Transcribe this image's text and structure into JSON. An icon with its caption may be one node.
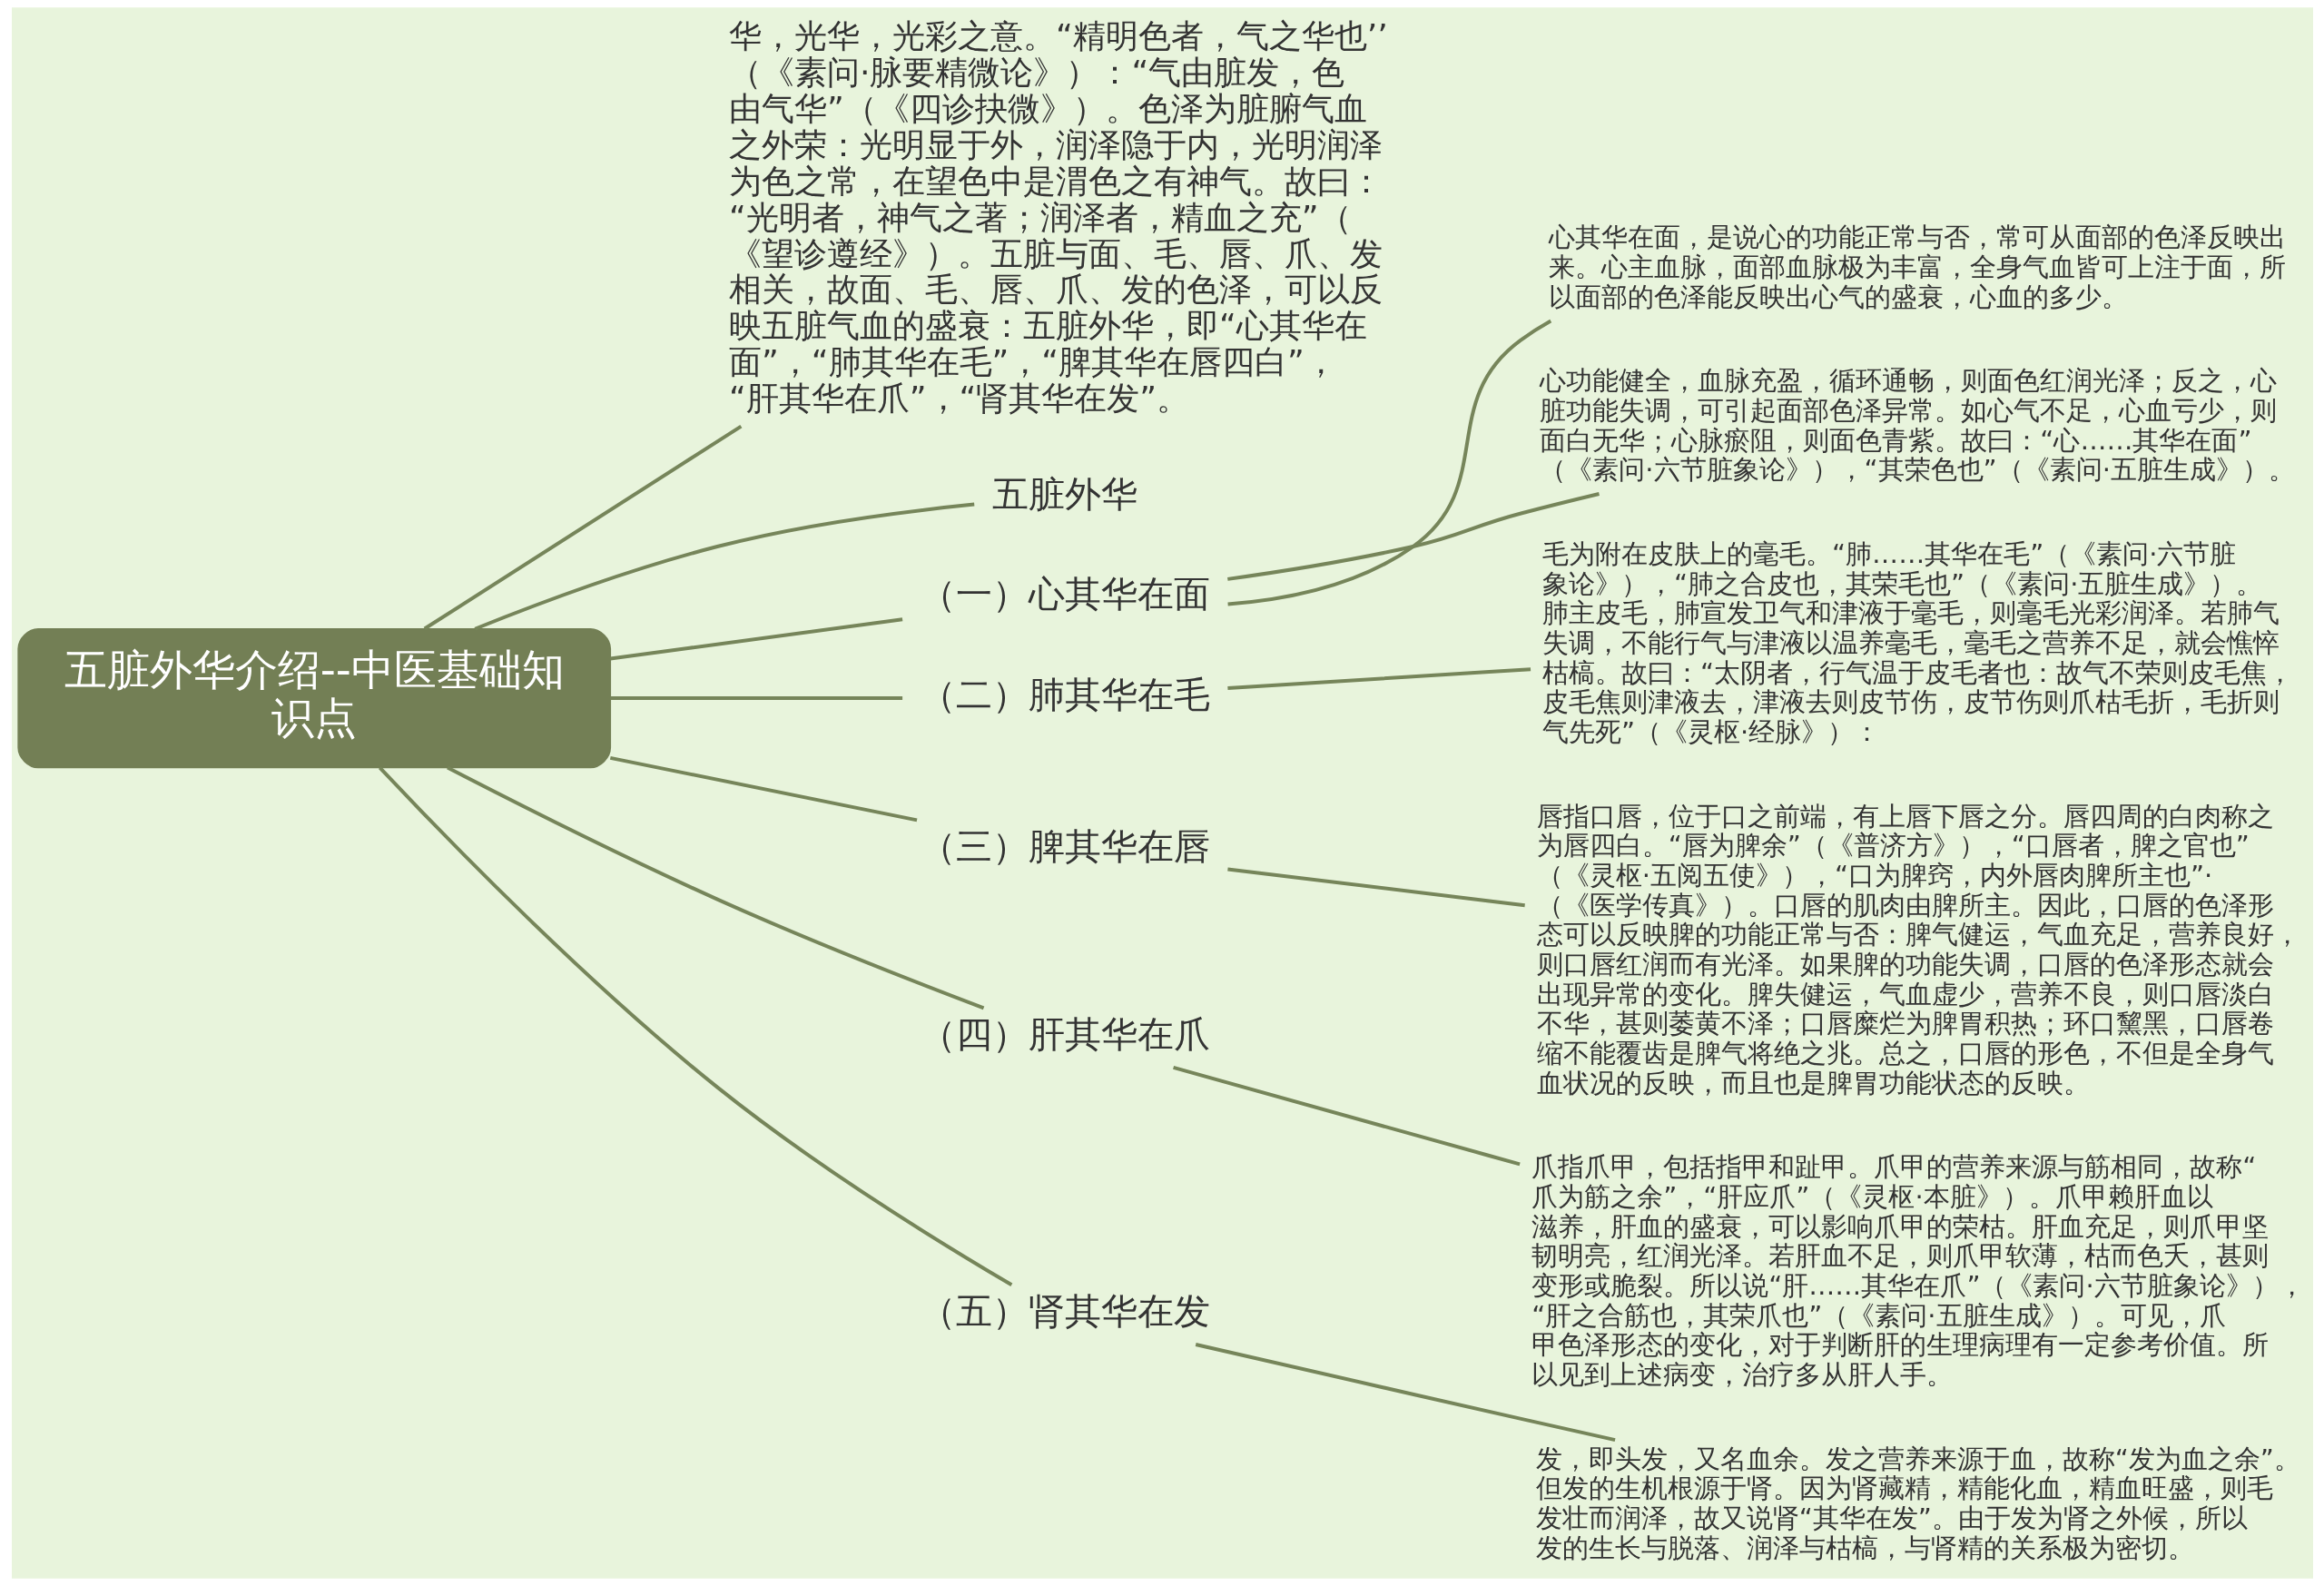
{
  "diagram": {
    "nodes": [
      {
        "text": [
          "五脏外华介绍--中医基础知识点"
        ]
      },
      {
        "text": [
          "华，光华，光彩之意。“精明色者，气之华也’’（《素问·脉要精微论》）：“气由脏发，色由气华”（《四诊抉微》）。色泽为脏腑气血之外荣：光明显于外，润泽隐于内，光明润泽为色之常，在望色中是渭色之有神气。故曰：“光明者，神气之著；润泽者，精血之充”（《望诊遵经》）。五脏与面、毛、唇、爪、发相关，故面、毛、唇、爪、发的色泽，可以反映五脏气血的盛衰：五脏外华，即“心其华在面”，“肺其华在毛”，“脾其华在唇四白”，“肝其华在爪”，“肾其华在发”。"
        ]
      },
      {
        "text": [
          "五脏外华"
        ]
      },
      {
        "text": [
          "（一）心其华在面"
        ]
      },
      {
        "text": [
          "心其华在面，是说心的功能正常与否，常可从面部的色泽反映出来。心主血脉，面部血脉极为丰富，全身气血皆可上注于面，所以面部的色泽能反映出心气的盛衰，心血的多少。"
        ]
      },
      {
        "text": [
          "心功能健全，血脉充盈，循环通畅，则面色红润光泽；反之，心脏功能失调，可引起面部色泽异常。如心气不足，心血亏少，则面白无华；心脉瘀阻，则面色青紫。故曰：“心……其华在面”（《素问·六节脏象论》），“其荣色也”（《素问·五脏生成》）。"
        ]
      },
      {
        "text": [
          "（二）肺其华在毛"
        ]
      },
      {
        "text": [
          "毛为附在皮肤上的毫毛。“肺……其华在毛”（《素问·六节脏象论》），“肺之合皮也，其荣毛也”（《素问·五脏生成》）。肺主皮毛，肺宣发卫气和津液于毫毛，则毫毛光彩润泽。若肺气失调，不能行气与津液以温养毫毛，毫毛之营养不足，就会憔悴枯槁。故曰：“太阴者，行气温于皮毛者也：故气不荣则皮毛焦，皮毛焦则津液去，津液去则皮节伤，皮节伤则爪枯毛折，毛折则气先死”（《灵枢·经脉》）："
        ]
      },
      {
        "text": [
          "（三）脾其华在唇"
        ]
      },
      {
        "text": [
          "唇指口唇，位于口之前端，有上唇下唇之分。唇四周的白肉称之为唇四白。“唇为脾余”（《普济方》），“口唇者，脾之官也”（《灵枢·五阅五使》），“口为脾窍，内外唇肉脾所主也”·（《医学传真》）。口唇的肌肉由脾所主。因此，口唇的色泽形态可以反映脾的功能正常与否：脾气健运，气血充足，营养良好，则口唇红润而有光泽。如果脾的功能失调，口唇的色泽形态就会出现异常的变化。脾失健运，气血虚少，营养不良，则口唇淡白不华，甚则萎黄不泽；口唇糜烂为脾胃积热；环口黧黑，口唇卷缩不能覆齿是脾气将绝之兆。总之，口唇的形色，不但是全身气血状况的反映，而且也是脾胃功能状态的反映。"
        ]
      },
      {
        "text": [
          "（四）肝其华在爪"
        ]
      },
      {
        "text": [
          "爪指爪甲，包括指甲和趾甲。爪甲的营养来源与筋相同，故称“爪为筋之余”，“肝应爪”（《灵枢·本脏》）。爪甲赖肝血以滋养，肝血的盛衰，可以影响爪甲的荣枯。肝血充足，则爪甲坚韧明亮，红润光泽。若肝血不足，则爪甲软薄，枯而色夭，甚则变形或脆裂。所以说“肝……其华在爪”（《素问·六节脏象论》），“肝之合筋也，其荣爪也”（《素问·五脏生成》）。可见，爪甲色泽形态的变化，对于判断肝的生理病理有一定参考价值。所以见到上述病变，治疗多从肝人手。"
        ]
      },
      {
        "text": [
          "（五）肾其华在发"
        ]
      },
      {
        "text": [
          "发，即头发，又名血余。发之营养来源于血，故称“发为血之余”。但发的生机根源于肾。因为肾藏精，精能化血，精血旺盛，则毛发壮而润泽，故又说肾“其华在发”。由于发为肾之外候，所以发的生长与脱落、润泽与枯槁，与肾精的关系极为密切。"
        ]
      }
    ],
    "edges": [
      {
        "from": 0,
        "to": 1,
        "arrow": "none"
      },
      {
        "from": 0,
        "to": 2,
        "arrow": "none"
      },
      {
        "from": 0,
        "to": 3,
        "arrow": "none"
      },
      {
        "from": 3,
        "to": 4,
        "arrow": "none"
      },
      {
        "from": 3,
        "to": 5,
        "arrow": "none"
      },
      {
        "from": 0,
        "to": 6,
        "arrow": "none"
      },
      {
        "from": 6,
        "to": 7,
        "arrow": "none"
      },
      {
        "from": 0,
        "to": 8,
        "arrow": "none"
      },
      {
        "from": 8,
        "to": 9,
        "arrow": "none"
      },
      {
        "from": 0,
        "to": 10,
        "arrow": "none"
      },
      {
        "from": 10,
        "to": 11,
        "arrow": "none"
      },
      {
        "from": 0,
        "to": 12,
        "arrow": "none"
      },
      {
        "from": 12,
        "to": 13,
        "arrow": "none"
      }
    ]
  }
}
